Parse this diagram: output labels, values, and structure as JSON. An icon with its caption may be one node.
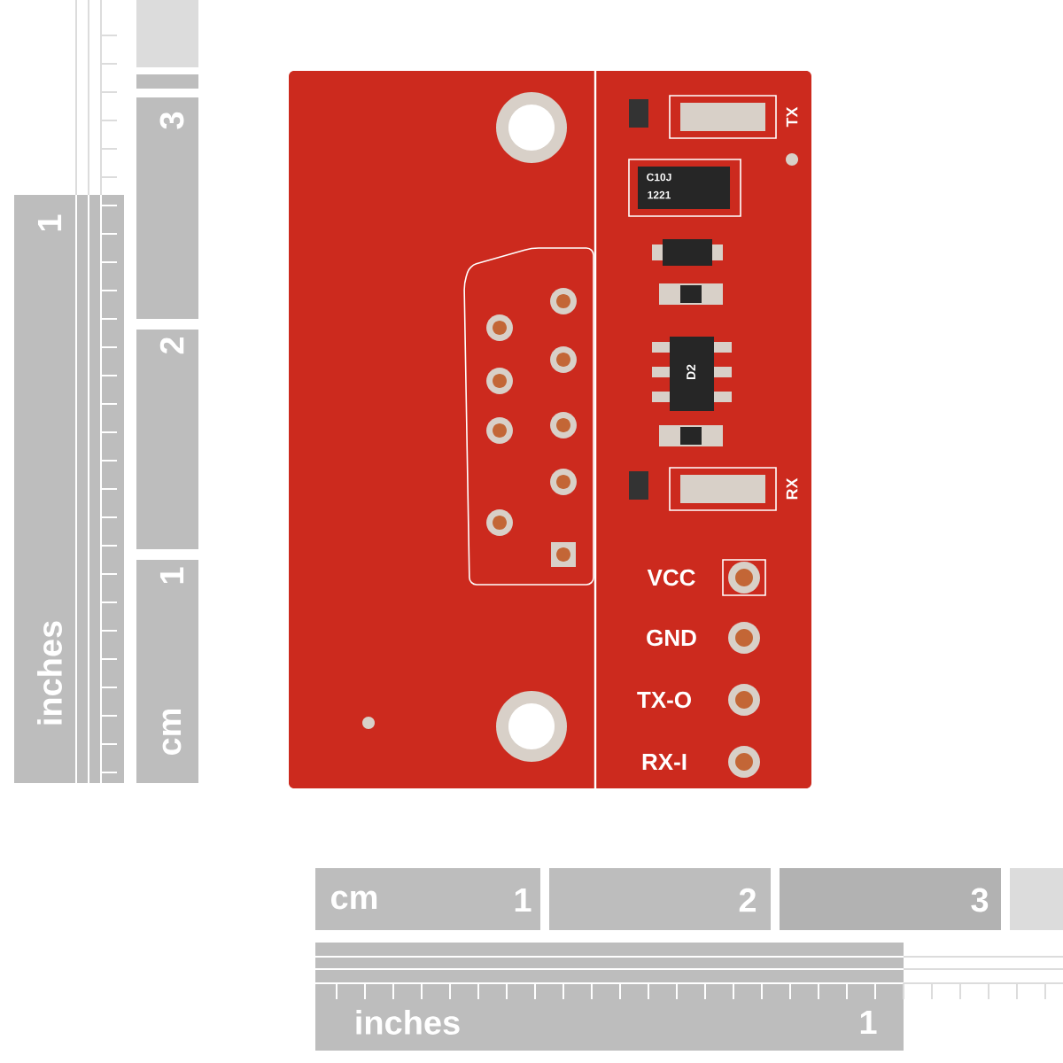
{
  "diagram": {
    "labels": [
      "TX",
      "C10J",
      "1221",
      "D2",
      "RX",
      "VCC",
      "GND",
      "TX-O",
      "RX-I",
      "3",
      "1",
      "2",
      "1",
      "inches",
      "cm",
      "cm",
      "1",
      "2",
      "3",
      "inches",
      "1"
    ]
  }
}
